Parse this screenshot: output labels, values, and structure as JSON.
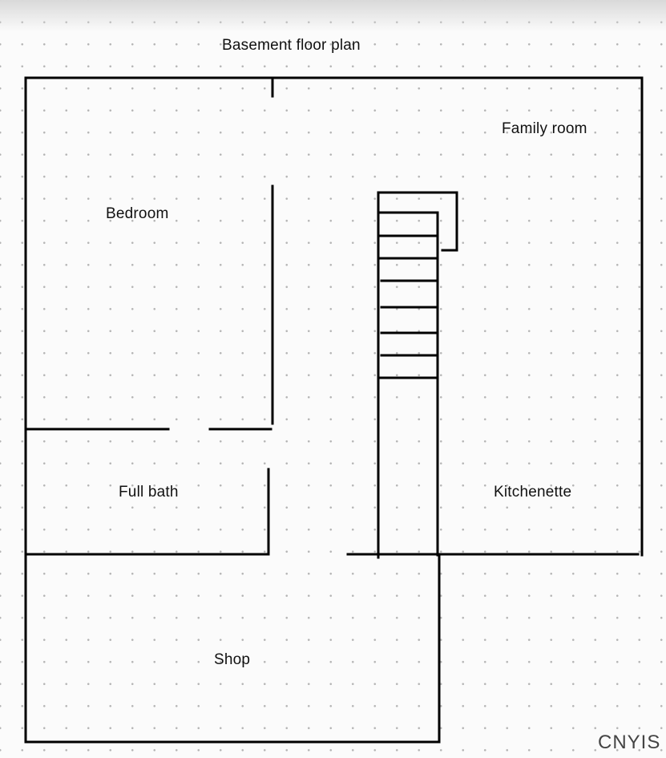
{
  "title": "Basement floor plan",
  "rooms": {
    "family_room": "Family room",
    "bedroom": "Bedroom",
    "full_bath": "Full bath",
    "kitchenette": "Kitchenette",
    "shop": "Shop"
  },
  "watermark": "CNYIS",
  "colors": {
    "wall": "#000000",
    "grid_dot": "#b4b4b4",
    "background": "#fbfbfb"
  }
}
